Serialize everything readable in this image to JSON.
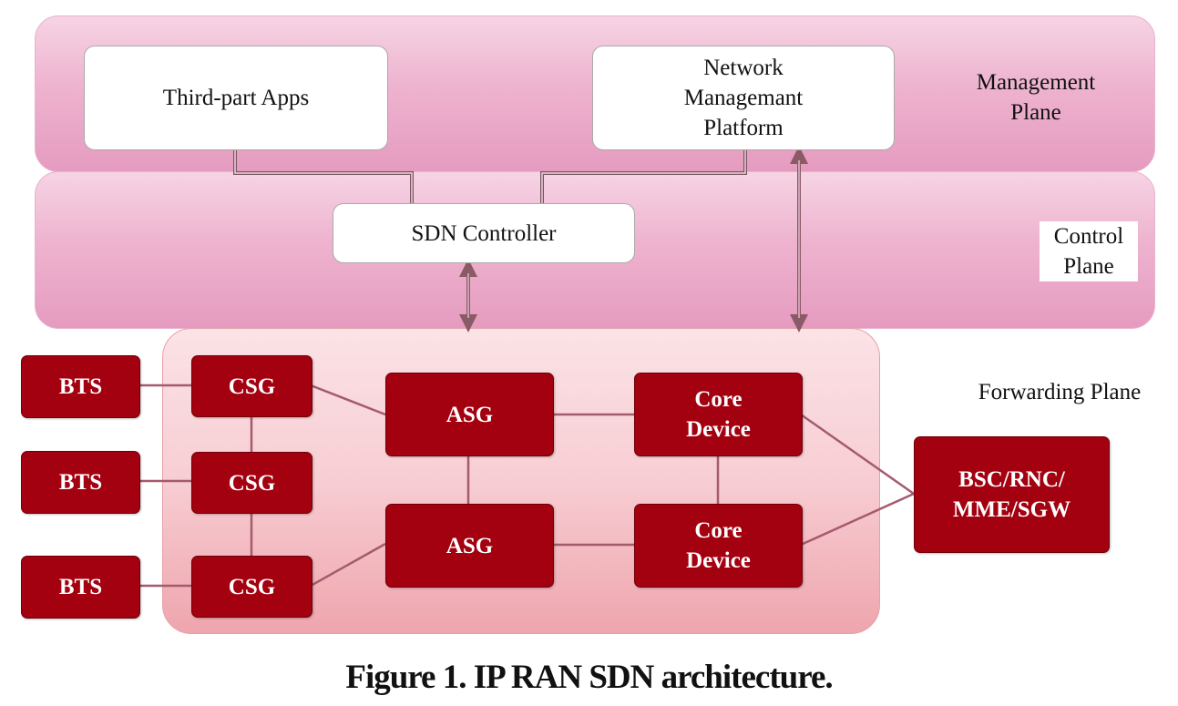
{
  "management_plane": {
    "label": "Management\nPlane",
    "third_party_apps": "Third-part Apps",
    "network_platform": "Network\nManagemant\nPlatform"
  },
  "control_plane": {
    "label": "Control\nPlane",
    "sdn_controller": "SDN Controller"
  },
  "forwarding_plane": {
    "label": "Forwarding Plane",
    "bts": [
      "BTS",
      "BTS",
      "BTS"
    ],
    "csg": [
      "CSG",
      "CSG",
      "CSG"
    ],
    "asg": [
      "ASG",
      "ASG"
    ],
    "core": [
      "Core\nDevice",
      "Core\nDevice"
    ],
    "bsc": "BSC/RNC/\nMME/SGW"
  },
  "colors": {
    "device_fill": "#a30010",
    "plane_pink": "#eeb3cf",
    "link_color": "#a55a6e"
  },
  "caption": "Figure 1. IP RAN SDN architecture."
}
